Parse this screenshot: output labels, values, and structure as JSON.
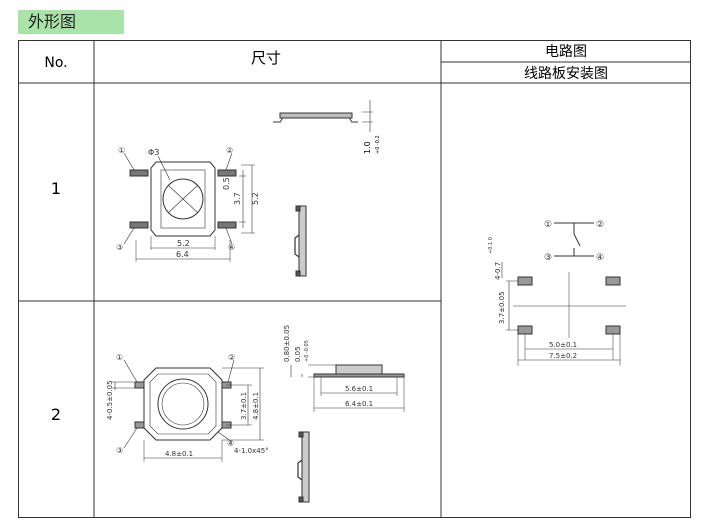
{
  "section_title": "外形图",
  "table": {
    "headers": {
      "no": "No.",
      "dimensions": "尺寸",
      "circuit": "电路图",
      "pcb": "线路板安装图"
    },
    "rows": [
      {
        "no": "1"
      },
      {
        "no": "2"
      }
    ]
  },
  "product1": {
    "pins": [
      "①",
      "②",
      "③",
      "④"
    ],
    "phi": "Φ3",
    "dim_05": "0.5",
    "dim_37": "3.7",
    "dim_52v": "5.2",
    "dim_52h": "5.2",
    "dim_64": "6.4",
    "side_height": "1.0",
    "side_tol": "+0 -0.2"
  },
  "circuit": {
    "pins": [
      "①",
      "②",
      "③",
      "④"
    ],
    "dim_h_pad": "4-0.7",
    "dim_h_pad_tol": "+0.1 0",
    "dim_v": "3.7±0.05",
    "dim_50": "5.0±0.1",
    "dim_75": "7.5±0.2"
  },
  "product2": {
    "pins": [
      "①",
      "②",
      "③",
      "④"
    ],
    "dim_pin": "4-0.5±0.05",
    "dim_37": "3.7±0.1",
    "dim_48v": "4.8±0.1",
    "dim_48h": "4.8±0.1",
    "chamfer": "4-1.0x45°",
    "dim_080": "0.80±0.05",
    "dim_005": "0.05",
    "dim_005_tol": "+0 -0.05",
    "dim_56": "5.6±0.1",
    "dim_64": "6.4±0.1"
  }
}
